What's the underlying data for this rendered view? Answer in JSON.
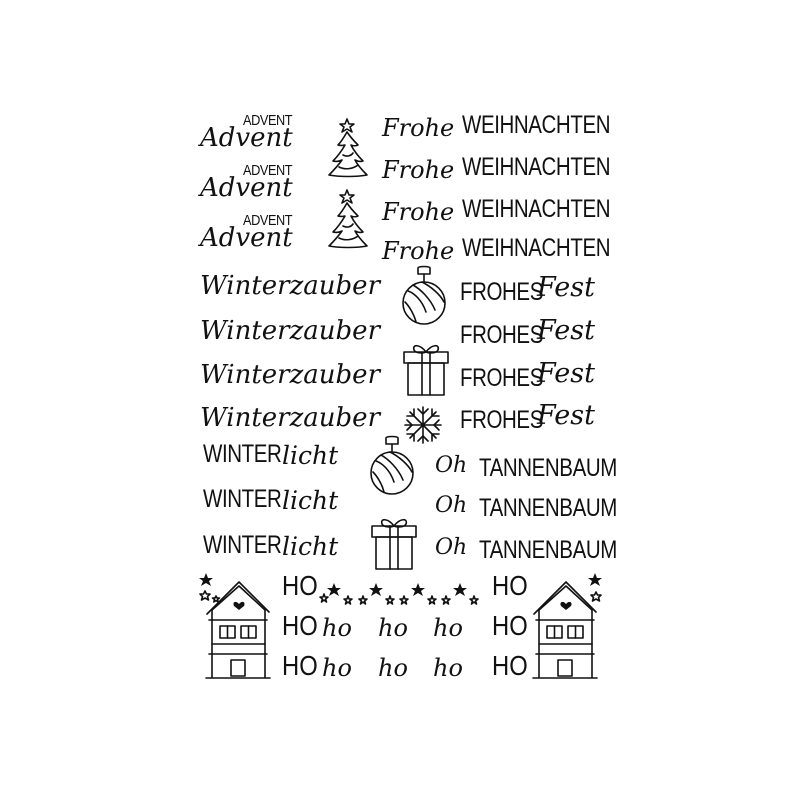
{
  "sheet": {
    "advent_caps": "ADVENT",
    "advent_script": "Advent",
    "frohe_script": "Frohe",
    "weihnachten": "WEIHNACHTEN",
    "winterzauber": "Winterzauber",
    "frohes": "FROHES",
    "fest_script": "Fest",
    "winter_caps": "WINTER",
    "licht_script": "licht",
    "oh_script": "Oh",
    "tannenbaum": "TANNENBAUM",
    "ho_caps": "HO",
    "ho_script": "ho",
    "icons": [
      "christmas-tree-icon",
      "ornament-icon",
      "gift-icon",
      "snowflake-icon",
      "house-icon",
      "star-icon"
    ],
    "ink_color": "#111111",
    "background": "#ffffff"
  }
}
